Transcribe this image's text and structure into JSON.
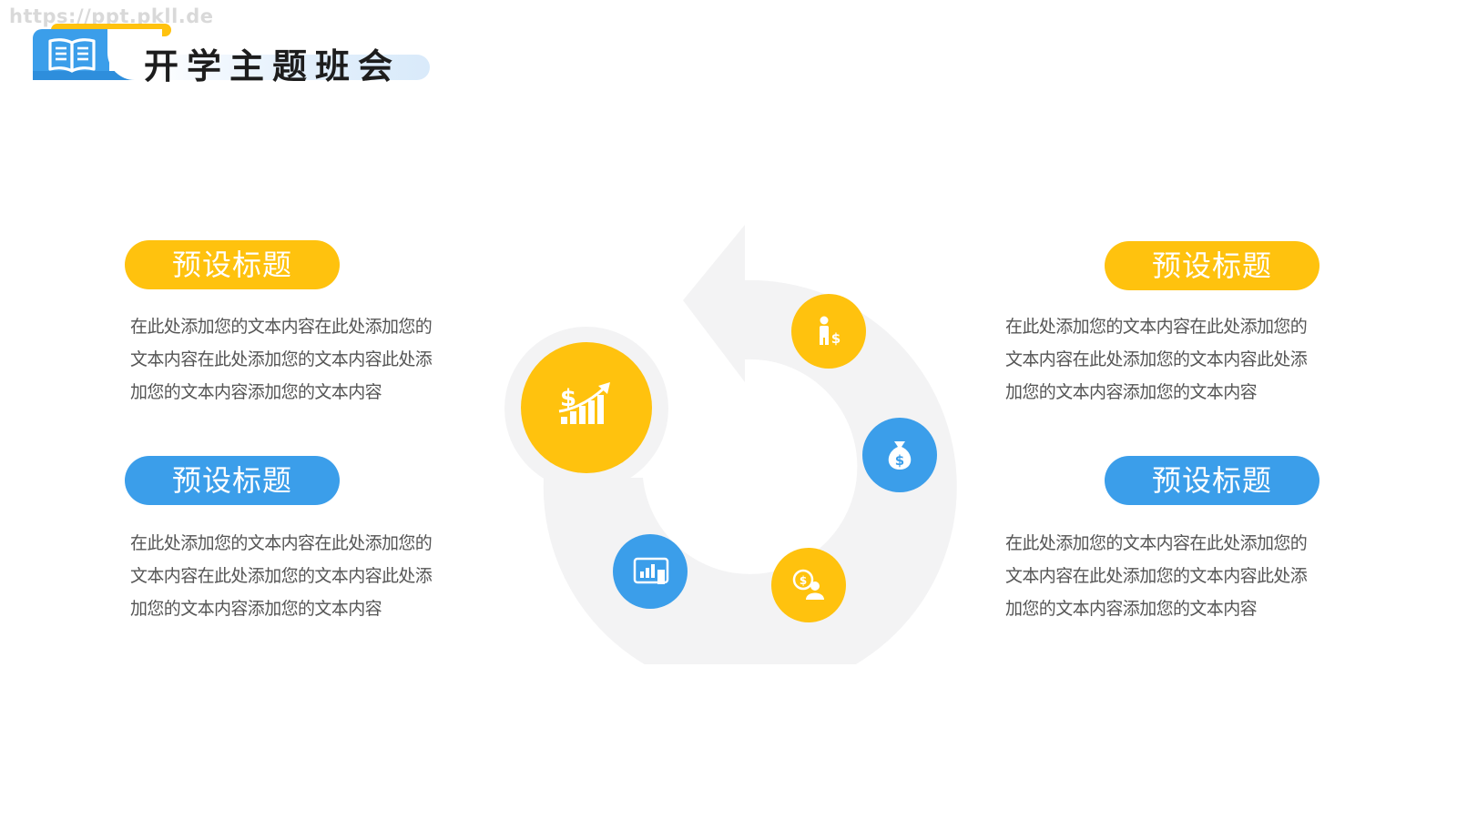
{
  "watermark": "https://ppt.pkll.de",
  "header": {
    "title": "开学主题班会",
    "icon": "open-book-icon"
  },
  "sections": [
    {
      "title": "预设标题",
      "color": "#ffc20e",
      "body": "在此处添加您的文本内容在此处添加您的文本内容在此处添加您的文本内容此处添加您的文本内容添加您的文本内容"
    },
    {
      "title": "预设标题",
      "color": "#3b9eea",
      "body": "在此处添加您的文本内容在此处添加您的文本内容在此处添加您的文本内容此处添加您的文本内容添加您的文本内容"
    },
    {
      "title": "预设标题",
      "color": "#ffc20e",
      "body": "在此处添加您的文本内容在此处添加您的文本内容在此处添加您的文本内容此处添加您的文本内容添加您的文本内容"
    },
    {
      "title": "预设标题",
      "color": "#3b9eea",
      "body": "在此处添加您的文本内容在此处添加您的文本内容在此处添加您的文本内容此处添加您的文本内容添加您的文本内容"
    }
  ],
  "diagram": {
    "arrow_color": "#f3f3f4",
    "icons": [
      {
        "name": "growth-chart-icon",
        "color": "#ffc20e"
      },
      {
        "name": "businessman-dollar-icon",
        "color": "#ffc20e"
      },
      {
        "name": "money-bag-icon",
        "color": "#3b9eea"
      },
      {
        "name": "coin-person-icon",
        "color": "#ffc20e"
      },
      {
        "name": "tablet-chart-icon",
        "color": "#3b9eea"
      }
    ]
  }
}
